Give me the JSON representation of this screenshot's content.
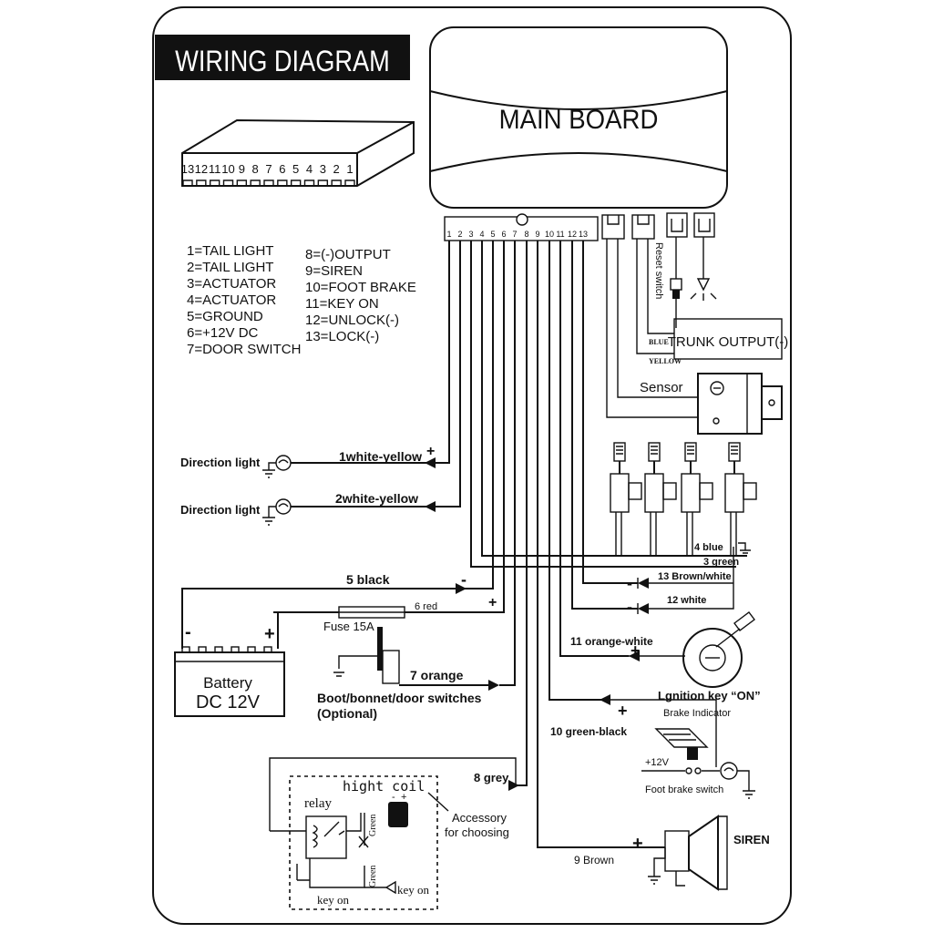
{
  "title": "WIRING DIAGRAM",
  "main_board": {
    "label": "MAIN BOARD"
  },
  "connector": {
    "pin_numbers_block": [
      "13",
      "12",
      "11",
      "10",
      "9",
      "8",
      "7",
      "6",
      "5",
      "4",
      "3",
      "2",
      "1"
    ],
    "pin_numbers_header": [
      "1",
      "2",
      "3",
      "4",
      "5",
      "6",
      "7",
      "8",
      "9",
      "10",
      "11",
      "12",
      "13"
    ]
  },
  "legend": {
    "left": [
      "1=TAIL LIGHT",
      "2=TAIL LIGHT",
      "3=ACTUATOR",
      "4=ACTUATOR",
      "5=GROUND",
      "6=+12V DC",
      "7=DOOR SWITCH"
    ],
    "right": [
      "8=(-)OUTPUT",
      "9=SIREN",
      "10=FOOT BRAKE",
      "11=KEY ON",
      "12=UNLOCK(-)",
      "13=LOCK(-)"
    ]
  },
  "reset_switch": "Reset switch",
  "trunk": {
    "label": "TRUNK OUTPUT(-)",
    "wire_blue": "BLUE",
    "wire_yellow": "YELLOW"
  },
  "sensor": {
    "label": "Sensor"
  },
  "direction_lights": [
    {
      "label": "Direction light",
      "wire": "1white-yellow",
      "sign": "+"
    },
    {
      "label": "Direction light",
      "wire": "2white-yellow"
    }
  ],
  "actuator_wires": {
    "w4": "4 blue",
    "w3": "3 green",
    "w13": "13 Brown/white",
    "w12": "12 white",
    "minus13": "-",
    "minus12": "-"
  },
  "battery": {
    "title": "Battery",
    "voltage": "DC 12V",
    "neg": "-",
    "pos": "+"
  },
  "wire5": {
    "label": "5 black",
    "sign": "-"
  },
  "wire6": {
    "label": "6 red",
    "sign": "+",
    "fuse": "Fuse 15A"
  },
  "wire7": {
    "label": "7 orange",
    "switches": "Boot/bonnet/door switches",
    "optional": "(Optional)"
  },
  "wire11": {
    "label": "11 orange-white",
    "sign": "+",
    "ignition": "Lgnition key “ON”"
  },
  "wire10": {
    "label": "10 green-black",
    "sign": "+",
    "brake_indicator": "Brake Indicator",
    "v12": "+12V",
    "foot_brake": "Foot brake switch"
  },
  "wire8": {
    "label": "8 grey"
  },
  "accessory": {
    "line1": "Accessory",
    "line2": "for choosing"
  },
  "relay_box": {
    "relay": "relay",
    "hight_coil": "hight coil",
    "green1": "Green",
    "green2": "Green",
    "key_on1": "key on",
    "key_on2": "key on",
    "coil_minus": "-",
    "coil_plus": "+"
  },
  "siren": {
    "label": "SIREN",
    "wire": "9 Brown",
    "sign": "+"
  }
}
